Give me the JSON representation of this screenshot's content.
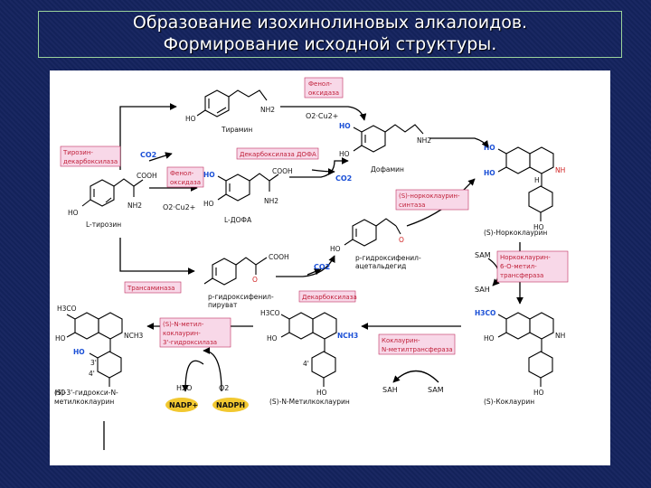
{
  "title": {
    "line1": "Образование изохинолиновых алкалоидов.",
    "line2": "Формирование исходной структуры."
  },
  "compounds": {
    "tyramine": "Тирамин",
    "l_tyrosine": "L-тирозин",
    "l_dopa": "L-ДОФА",
    "dopamine": "Дофамин",
    "norcoclaurine": "(S)-Норкоклаурин",
    "hydroxyphenylacetaldehyde_1": "p-гидроксифенил-",
    "hydroxyphenylacetaldehyde_2": "ацетальдегид",
    "hydroxyphenylpyruvate_1": "p-гидроксифенил-",
    "hydroxyphenylpyruvate_2": "пируват",
    "coclaurine": "(S)-Коклаурин",
    "n_methylcoclaurine": "(S)-N-Метилкоклаурин",
    "hydroxy_n_methylcoclaurine_1": "(S)-3'-гидрокси-N-",
    "hydroxy_n_methylcoclaurine_2": "метилкоклаурин"
  },
  "enzymes": {
    "phenoloxidase_top_1": "Фенол-",
    "phenoloxidase_top_2": "оксидаза",
    "tyrosine_decarboxylase_1": "Тирозин-",
    "tyrosine_decarboxylase_2": "декарбоксилаза",
    "phenoloxidase_mid_1": "Фенол-",
    "phenoloxidase_mid_2": "оксидаза",
    "dopa_decarboxylase": "Декарбоксилаза ДОФА",
    "norcoclaurine_synthase_1": "(S)-норкоклаурин-",
    "norcoclaurine_synthase_2": "синтаза",
    "transaminase": "Трансаминаза",
    "decarboxylase": "Декарбоксилаза",
    "omt_1": "Норкоклаурин-",
    "omt_2": "6-O-метил-",
    "omt_3": "трансфераза",
    "nmt_1": "Коклаурин-",
    "nmt_2": "N-метилтрансфераза",
    "hydroxylase_1": "(S)-N-метил-",
    "hydroxylase_2": "коклаурин-",
    "hydroxylase_3": "3'-гидроксилаза"
  },
  "cofactors": {
    "co2_1": "CO2",
    "co2_2": "CO2",
    "co2_3": "CO2",
    "o2_cu_1": "O2·Cu2+",
    "o2_cu_2": "O2·Cu2+",
    "sam_1": "SAM",
    "sah_1": "SAH",
    "sam_2": "SAM",
    "sah_2": "SAH",
    "h2o": "H2O",
    "o2": "O2",
    "nadp": "NADP+",
    "nadph": "NADPH",
    "cooh_1": "COOH",
    "cooh_2": "COOH",
    "cooh_3": "COOH",
    "nh2_1": "NH2",
    "nh2_2": "NH2",
    "nh2_3": "NH2",
    "nh2_4": "NH2",
    "ho_labels": "HO",
    "o_label": "O",
    "h3co": "H3CO",
    "nch3": "NCH3",
    "nh": "NH",
    "h": "H",
    "pos3": "3'",
    "pos4": "4'"
  },
  "colors": {
    "background": "#14235e",
    "title_border": "#9bd29b",
    "enzyme_fill": "#f8d8e8",
    "enzyme_text": "#c0203a",
    "blue_label": "#1a4fd6",
    "red_label": "#d02020"
  }
}
